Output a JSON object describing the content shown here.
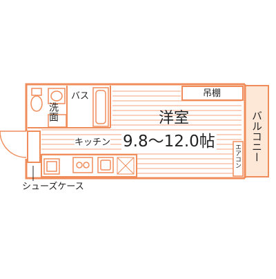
{
  "colors": {
    "wall": "#f08c5a",
    "floor_line": "#f4a27c",
    "balcony_fill": "#fde7d6",
    "wall_dark": "#e8793f",
    "text": "#222222"
  },
  "labels": {
    "washroom_top": "洗",
    "washroom_bottom": "面",
    "bath": "バス",
    "storage": "吊棚",
    "room_name": "洋室",
    "room_size": "9.8～12.0帖",
    "kitchen": "キッチン",
    "aircon": "エアコン",
    "balcony": "バルコニー",
    "shoe_case": "シューズケース"
  }
}
